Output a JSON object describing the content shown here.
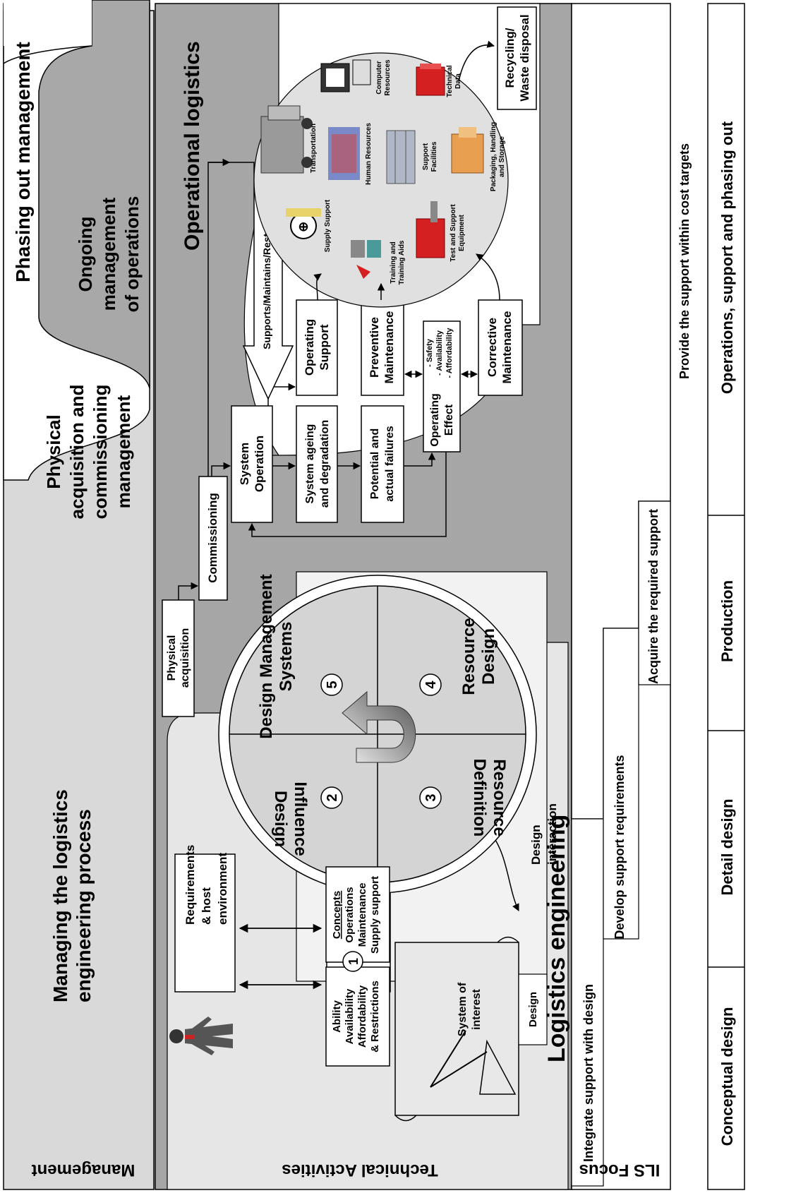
{
  "rows": {
    "management": "Management",
    "technical": "Technical Activities",
    "ils_focus": "ILS Focus"
  },
  "management_band": {
    "managing": [
      "Managing the logistics",
      "engineering process"
    ],
    "physical": [
      "Physical",
      "acquisition and",
      "commissioning",
      "management"
    ],
    "ongoing": [
      "Ongoing",
      "management",
      "of operations"
    ],
    "phasing": "Phasing out management"
  },
  "logistics_engineering": {
    "title": "Logistics engineering",
    "requirements": [
      "Requirements",
      "& host",
      "environment"
    ],
    "ability": [
      "Ability",
      "Availability",
      "Affordability",
      "& Restrictions"
    ],
    "concepts_title": "Concepts",
    "concepts": [
      "Operations",
      "Maintenance",
      "Supply support"
    ],
    "number_1": "1",
    "system_of_interest": [
      "System of",
      "interest"
    ],
    "design_label": "Design",
    "design_interaction": [
      "Design",
      "interaction"
    ],
    "wheel": {
      "q2": [
        "Design",
        "Influence"
      ],
      "q3": [
        "Resource",
        "Definition"
      ],
      "q4": [
        "Resource",
        "Design"
      ],
      "q5": [
        "Design Management",
        "Systems"
      ],
      "n2": "2",
      "n3": "3",
      "n4": "4",
      "n5": "5"
    }
  },
  "operational_logistics": {
    "title": "Operational logistics",
    "physical_acquisition": [
      "Physical",
      "acquisition"
    ],
    "commissioning": "Commissioning",
    "system_operation": [
      "System",
      "Operation"
    ],
    "system_ageing": [
      "System ageing",
      "and degradation"
    ],
    "potential_failures": [
      "Potential and",
      "actual failures"
    ],
    "operating_effect": [
      "Operating",
      "Effect"
    ],
    "effect_list": [
      "- Safety",
      "- Availability",
      "- Affordability"
    ],
    "operating_support": [
      "Operating",
      "Support"
    ],
    "preventive": [
      "Preventive",
      "Maintenance"
    ],
    "corrective": [
      "Corrective",
      "Maintenance"
    ],
    "supports_arrow": "Supports/Maintains/Restores Ability",
    "recycling": [
      "Recycling/",
      "Waste disposal"
    ],
    "resources": {
      "supply": "Supply Support",
      "transportation": "Transportation",
      "computer": [
        "Computer",
        "Resources"
      ],
      "technical": [
        "Technical",
        "Data"
      ],
      "training": [
        "Training and",
        "Training Aids"
      ],
      "human": "Human Resources",
      "facilities": [
        "Support",
        "Facilities"
      ],
      "test": [
        "Test and Support",
        "Equipment"
      ],
      "packaging": [
        "Packaging, Handling",
        "and Storage"
      ]
    }
  },
  "ils_focus": {
    "integrate": "Integrate support with design",
    "develop": "Develop support requirements",
    "acquire": "Acquire the required support",
    "provide": "Provide the support within cost targets"
  },
  "phases": [
    "Conceptual design",
    "Detail design",
    "Production",
    "Operations, support and phasing out"
  ],
  "colors": {
    "dark_grey": "#a6a6a6",
    "light_grey": "#d9d9d9",
    "wheel_grey": "#d4d4d4",
    "resource_circle": "#e0e0e0",
    "accent_red": "#d42020"
  }
}
